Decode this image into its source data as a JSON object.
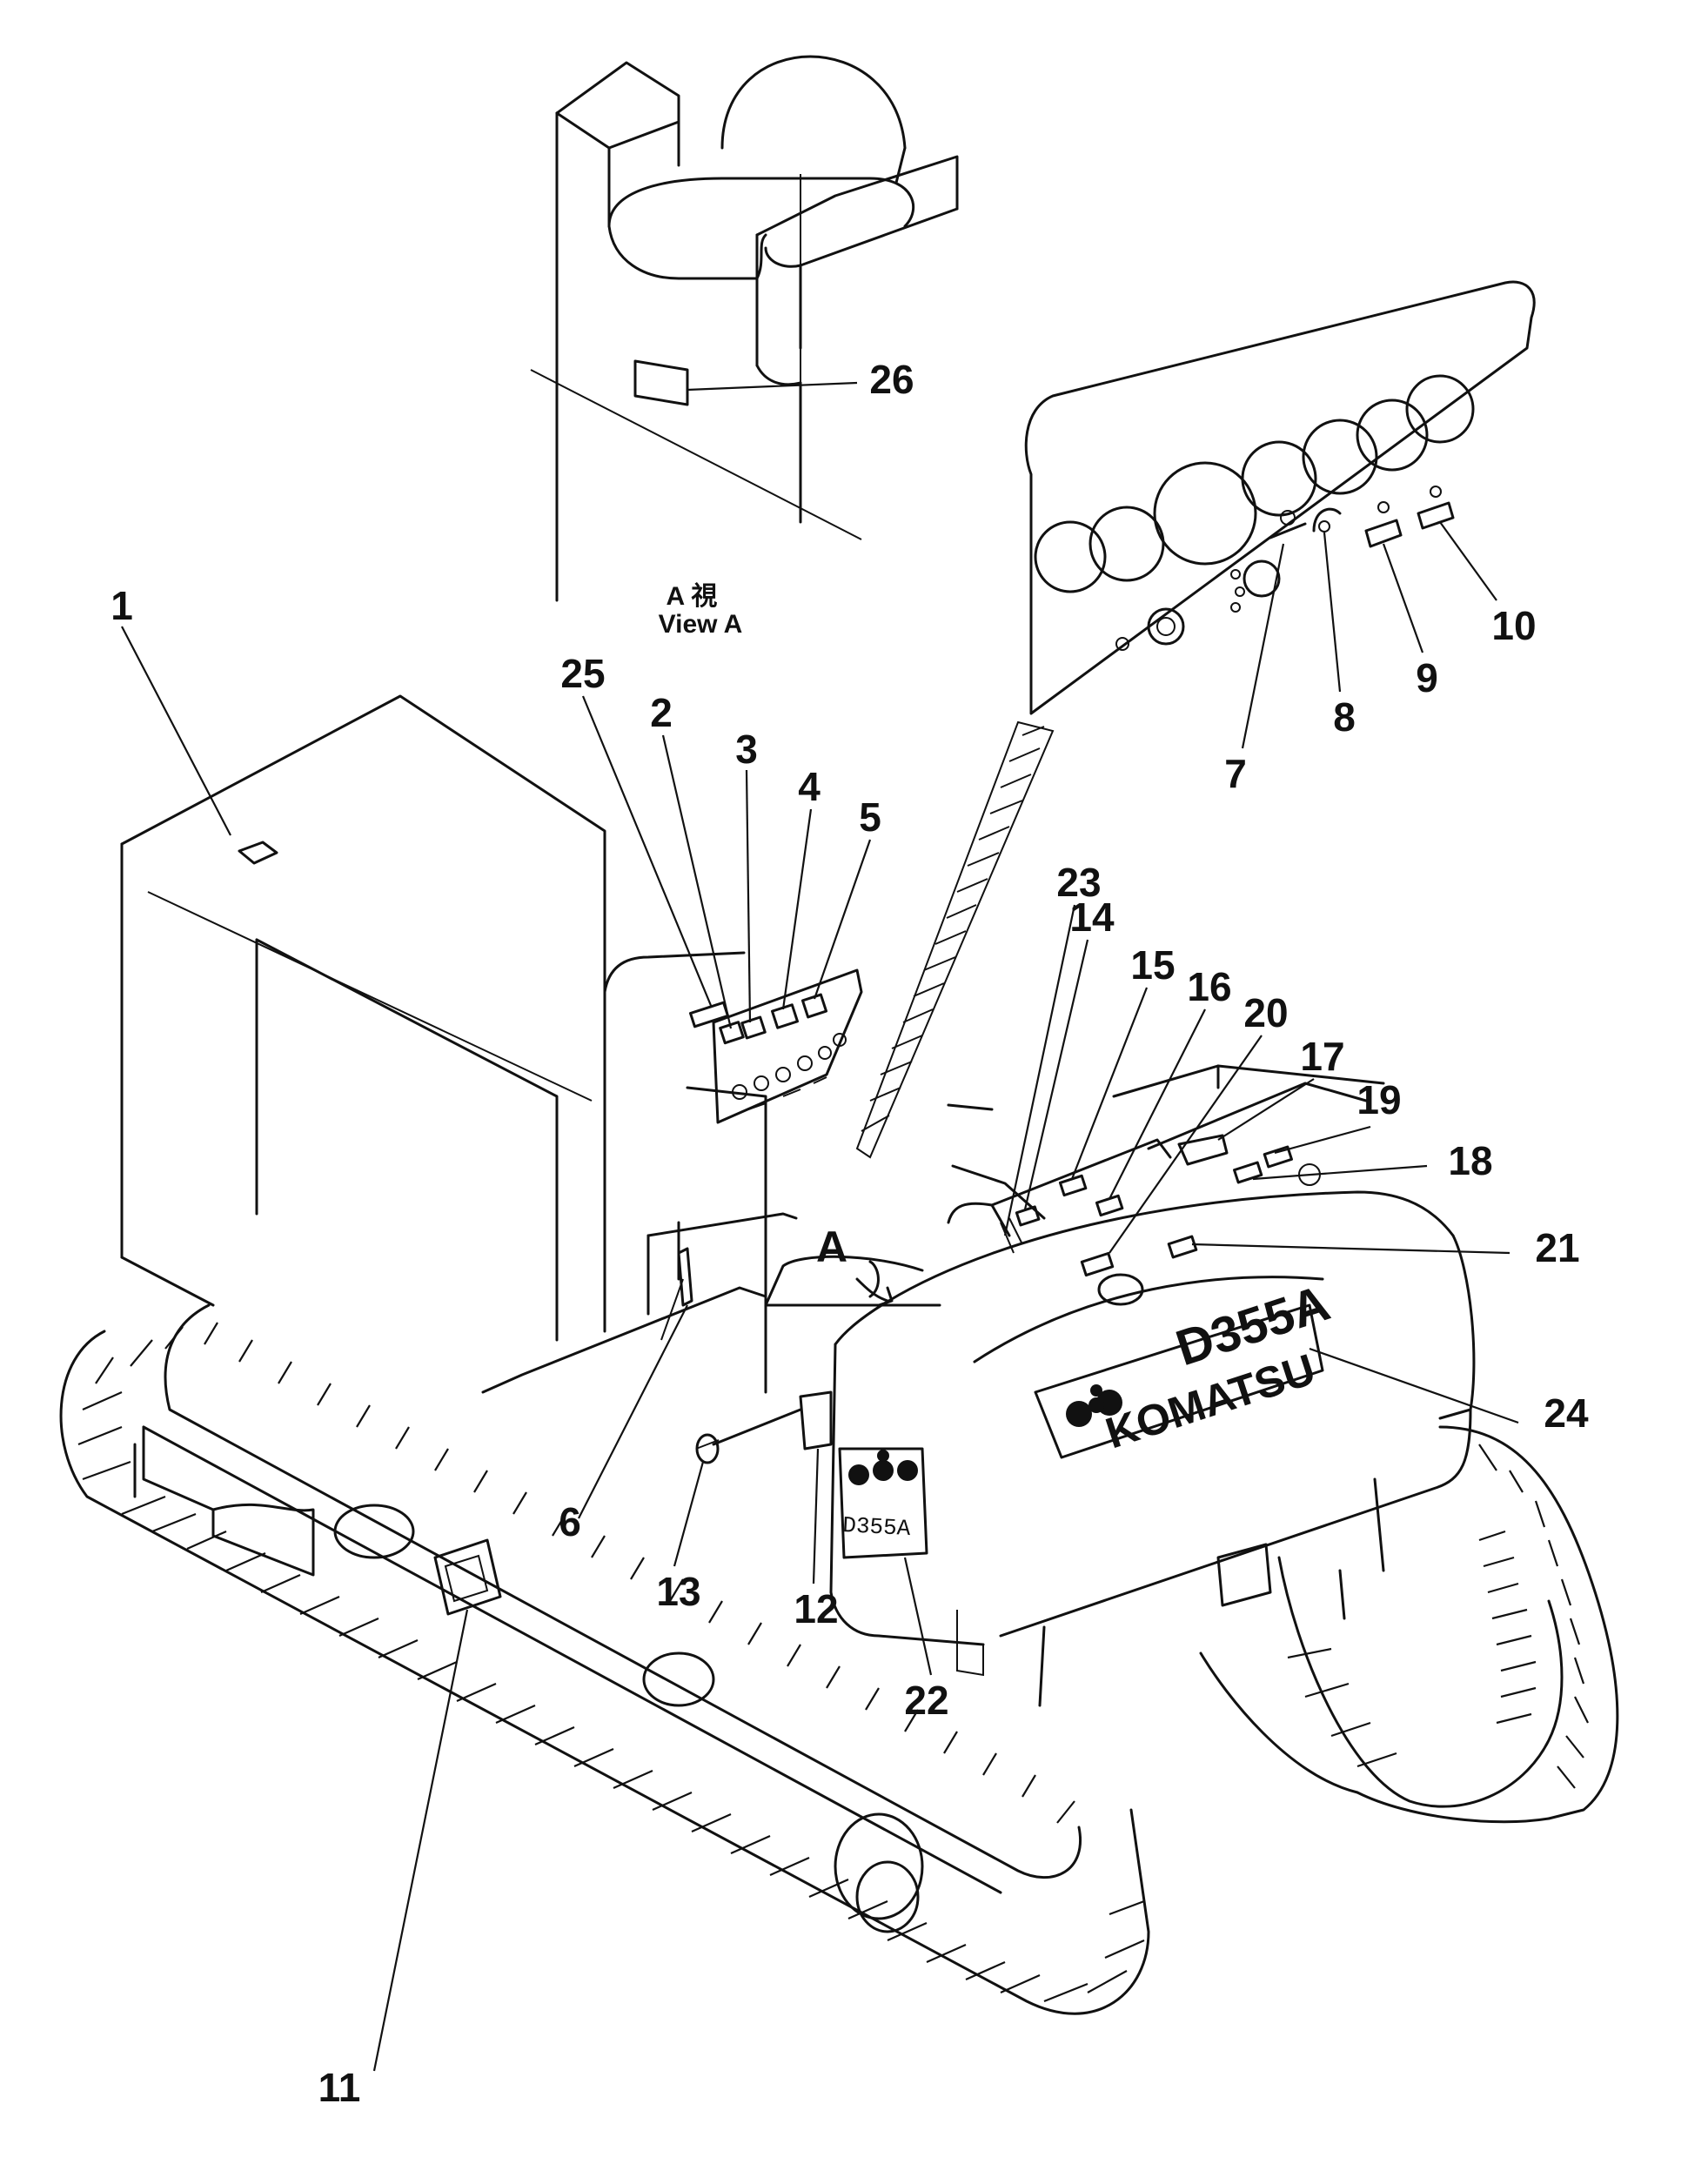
{
  "view_caption": {
    "line1": "A 視",
    "line2": "View  A"
  },
  "arrow_label": "A",
  "decals": {
    "side_model": "D355A",
    "side_brand": "KOMATSU",
    "front_model": "D355A"
  },
  "callouts": [
    {
      "id": "callout-1",
      "label": "1"
    },
    {
      "id": "callout-2",
      "label": "2"
    },
    {
      "id": "callout-3",
      "label": "3"
    },
    {
      "id": "callout-4",
      "label": "4"
    },
    {
      "id": "callout-5",
      "label": "5"
    },
    {
      "id": "callout-6",
      "label": "6"
    },
    {
      "id": "callout-7",
      "label": "7"
    },
    {
      "id": "callout-8",
      "label": "8"
    },
    {
      "id": "callout-9",
      "label": "9"
    },
    {
      "id": "callout-10",
      "label": "10"
    },
    {
      "id": "callout-11",
      "label": "11"
    },
    {
      "id": "callout-12",
      "label": "12"
    },
    {
      "id": "callout-13",
      "label": "13"
    },
    {
      "id": "callout-14",
      "label": "14"
    },
    {
      "id": "callout-15",
      "label": "15"
    },
    {
      "id": "callout-16",
      "label": "16"
    },
    {
      "id": "callout-17",
      "label": "17"
    },
    {
      "id": "callout-18",
      "label": "18"
    },
    {
      "id": "callout-19",
      "label": "19"
    },
    {
      "id": "callout-20",
      "label": "20"
    },
    {
      "id": "callout-21",
      "label": "21"
    },
    {
      "id": "callout-22",
      "label": "22"
    },
    {
      "id": "callout-23",
      "label": "23"
    },
    {
      "id": "callout-24",
      "label": "24"
    },
    {
      "id": "callout-25",
      "label": "25"
    },
    {
      "id": "callout-26",
      "label": "26"
    }
  ]
}
